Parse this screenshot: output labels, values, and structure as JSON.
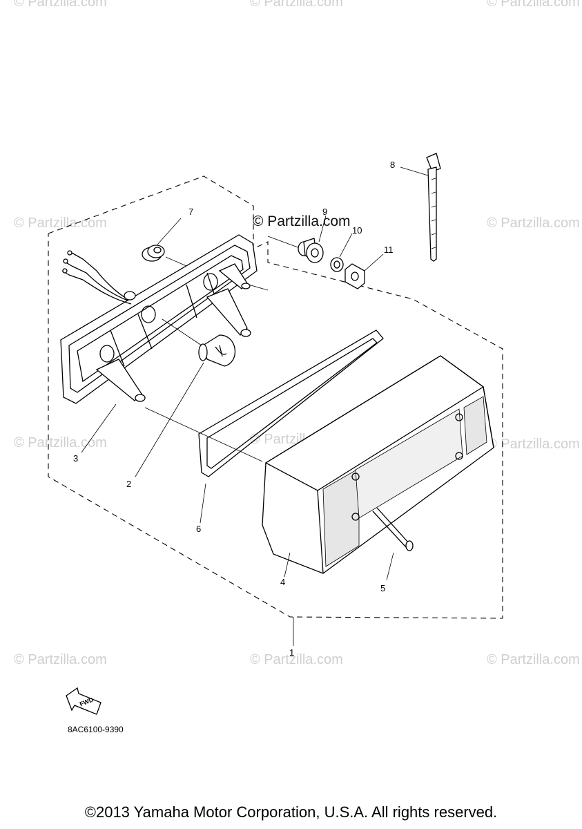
{
  "watermarks": [
    {
      "text": "© Partzilla.com"
    },
    {
      "text": "© Partzilla.com"
    },
    {
      "text": "© Partzilla.com"
    },
    {
      "text": "© Partzilla.com"
    },
    {
      "text": "© Partzilla.com"
    },
    {
      "text": "© Partzilla.com"
    },
    {
      "text": "© Partzilla.com"
    },
    {
      "text": "© Partzilla.com"
    },
    {
      "text": "© Partzilla.com"
    },
    {
      "text": "© Partzilla.com"
    },
    {
      "text": "© Partzilla.com"
    },
    {
      "text": "© Partzilla.com"
    }
  ],
  "center_watermark": "© Partzilla.com",
  "callouts": {
    "c1": "1",
    "c2": "2",
    "c3": "3",
    "c4": "4",
    "c5": "5",
    "c6": "6",
    "c7": "7",
    "c8": "8",
    "c9": "9",
    "c10": "10",
    "c11": "11"
  },
  "fwd_label": "FWD",
  "part_code": "8AC6100-9390",
  "copyright": "©2013 Yamaha Motor Corporation, U.S.A. All rights reserved."
}
